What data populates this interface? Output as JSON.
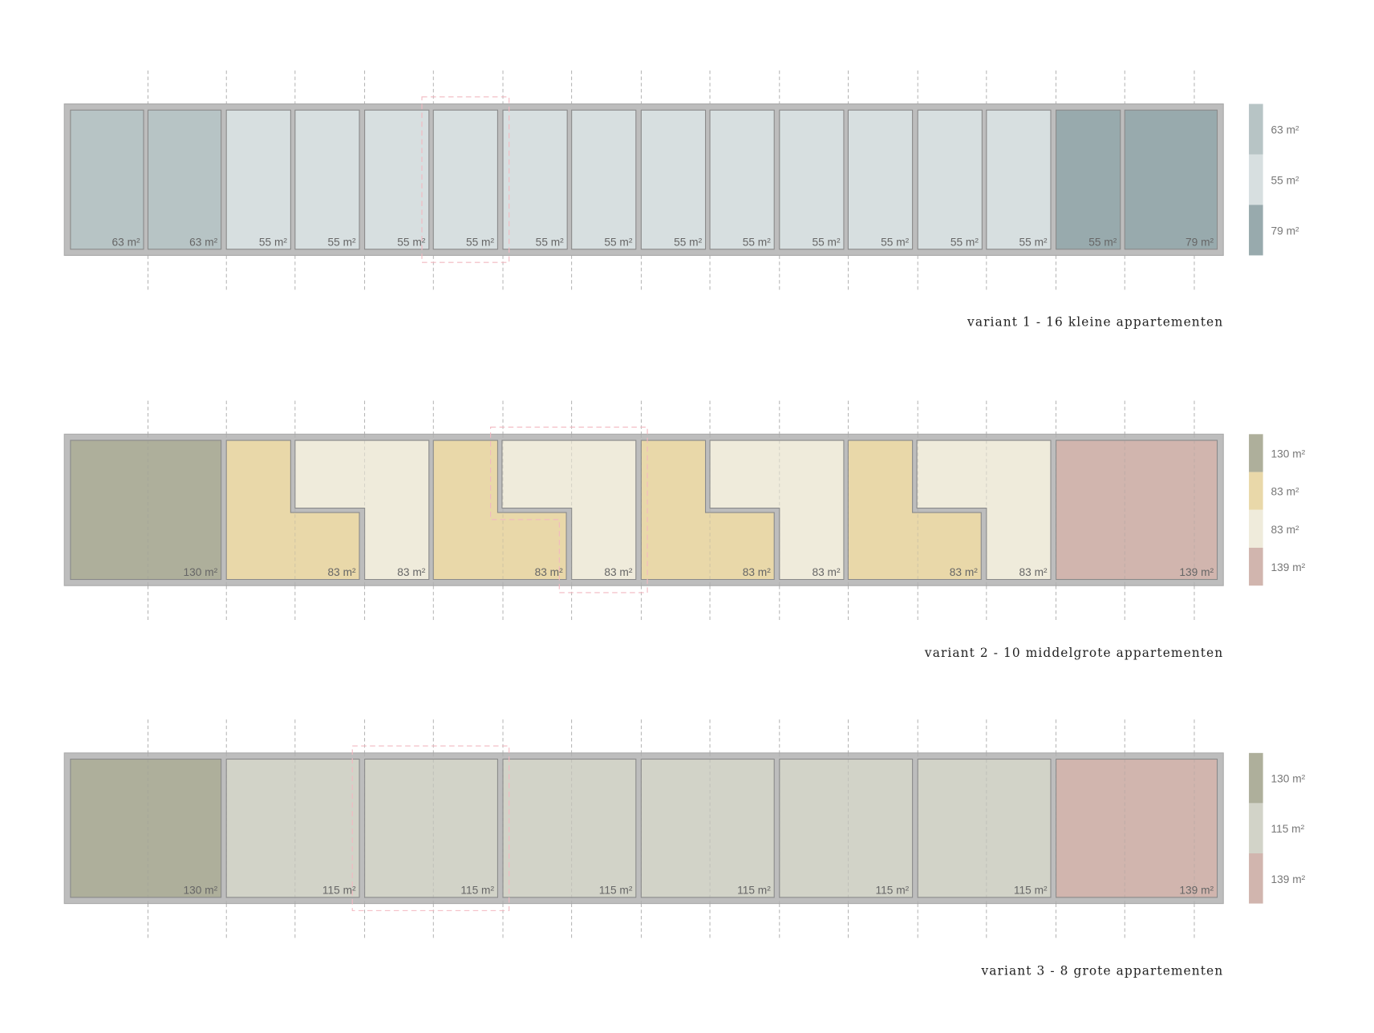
{
  "colors": {
    "wall": "#bdbdbd",
    "outline": "#8a8a8a",
    "grid": "#a8a8a8",
    "highlight": "#f2b8c0"
  },
  "variants": [
    {
      "caption": "variant 1 - 16 kleine appartementen",
      "units": [
        {
          "label": "63 m²",
          "color": "#b7c4c5"
        },
        {
          "label": "63 m²",
          "color": "#b7c4c5"
        },
        {
          "label": "55 m²",
          "color": "#d7dfe0"
        },
        {
          "label": "55 m²",
          "color": "#d7dfe0"
        },
        {
          "label": "55 m²",
          "color": "#d7dfe0"
        },
        {
          "label": "55 m²",
          "color": "#d7dfe0"
        },
        {
          "label": "55 m²",
          "color": "#d7dfe0"
        },
        {
          "label": "55 m²",
          "color": "#d7dfe0"
        },
        {
          "label": "55 m²",
          "color": "#d7dfe0"
        },
        {
          "label": "55 m²",
          "color": "#d7dfe0"
        },
        {
          "label": "55 m²",
          "color": "#d7dfe0"
        },
        {
          "label": "55 m²",
          "color": "#d7dfe0"
        },
        {
          "label": "55 m²",
          "color": "#d7dfe0"
        },
        {
          "label": "55 m²",
          "color": "#d7dfe0"
        },
        {
          "label": "55 m²",
          "color": "#98aaad"
        },
        {
          "label": "79 m²",
          "color": "#98aaad"
        }
      ],
      "legend": [
        {
          "label": "63 m²",
          "color": "#b7c4c5"
        },
        {
          "label": "55 m²",
          "color": "#d7dfe0"
        },
        {
          "label": "79 m²",
          "color": "#98aaad"
        }
      ]
    },
    {
      "caption": "variant 2 - 10 middelgrote appartementen",
      "units": [
        {
          "label": "130 m²",
          "color": "#aeaf9b"
        },
        {
          "label": "83 m²",
          "color": "#e9d8a9"
        },
        {
          "label": "83 m²",
          "color": "#efebdb"
        },
        {
          "label": "83 m²",
          "color": "#e9d8a9"
        },
        {
          "label": "83 m²",
          "color": "#efebdb"
        },
        {
          "label": "83 m²",
          "color": "#e9d8a9"
        },
        {
          "label": "83 m²",
          "color": "#efebdb"
        },
        {
          "label": "83 m²",
          "color": "#e9d8a9"
        },
        {
          "label": "83 m²",
          "color": "#efebdb"
        },
        {
          "label": "139 m²",
          "color": "#d1b5ae"
        }
      ],
      "legend": [
        {
          "label": "130 m²",
          "color": "#aeaf9b"
        },
        {
          "label": "83 m²",
          "color": "#e9d8a9"
        },
        {
          "label": "83 m²",
          "color": "#efebdb"
        },
        {
          "label": "139 m²",
          "color": "#d1b5ae"
        }
      ]
    },
    {
      "caption": "variant 3 - 8 grote appartementen",
      "units": [
        {
          "label": "130 m²",
          "color": "#aeaf9b"
        },
        {
          "label": "115 m²",
          "color": "#d2d3c8"
        },
        {
          "label": "115 m²",
          "color": "#d2d3c8"
        },
        {
          "label": "115 m²",
          "color": "#d2d3c8"
        },
        {
          "label": "115 m²",
          "color": "#d2d3c8"
        },
        {
          "label": "115 m²",
          "color": "#d2d3c8"
        },
        {
          "label": "115 m²",
          "color": "#d2d3c8"
        },
        {
          "label": "139 m²",
          "color": "#d1b5ae"
        }
      ],
      "legend": [
        {
          "label": "130 m²",
          "color": "#aeaf9b"
        },
        {
          "label": "115 m²",
          "color": "#d2d3c8"
        },
        {
          "label": "139 m²",
          "color": "#d1b5ae"
        }
      ]
    }
  ]
}
